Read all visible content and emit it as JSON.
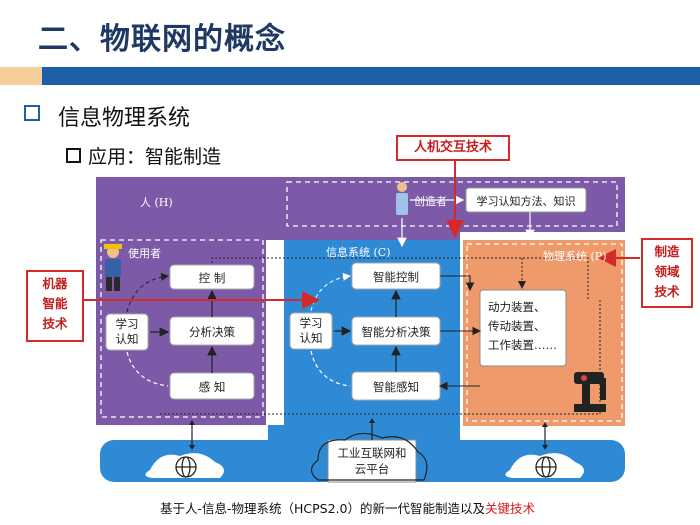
{
  "header": {
    "title": "二、物联网的概念"
  },
  "section": {
    "heading": "信息物理系统",
    "subheading": "应用：智能制造"
  },
  "annotations": {
    "hci": "人机交互技术",
    "machine_intel": [
      "机器",
      "智能",
      "技术"
    ],
    "manufacturing": [
      "制造",
      "领域",
      "技术"
    ]
  },
  "diagram": {
    "human_label": "人 (H)",
    "creator_label": "创造者",
    "knowledge_box": "学习认知方法、知识",
    "user_label": "使用者",
    "user_blocks": {
      "control": "控 制",
      "analysis": "分析决策",
      "perception": "感 知",
      "learning": [
        "学习",
        "认知"
      ]
    },
    "cyber_label": "信息系统 (C)",
    "cyber_blocks": {
      "control": "智能控制",
      "analysis": "智能分析决策",
      "perception": "智能感知",
      "learning": [
        "学习",
        "认知"
      ]
    },
    "physical_label": "物理系统 (P)",
    "physical_box": [
      "动力装置、",
      "传动装置、",
      "工作装置……"
    ],
    "network_label": [
      "工业互联网和",
      "云平台"
    ]
  },
  "caption": {
    "main": "基于人-信息-物理系统（HCPS2.0）的新一代智能制造以及",
    "highlight": "关键技术"
  },
  "colors": {
    "purple": "#7d5aa8",
    "blue": "#2f8ad6",
    "orange": "#ee9a6a",
    "title": "#1f3864",
    "red": "#d42a2a"
  }
}
